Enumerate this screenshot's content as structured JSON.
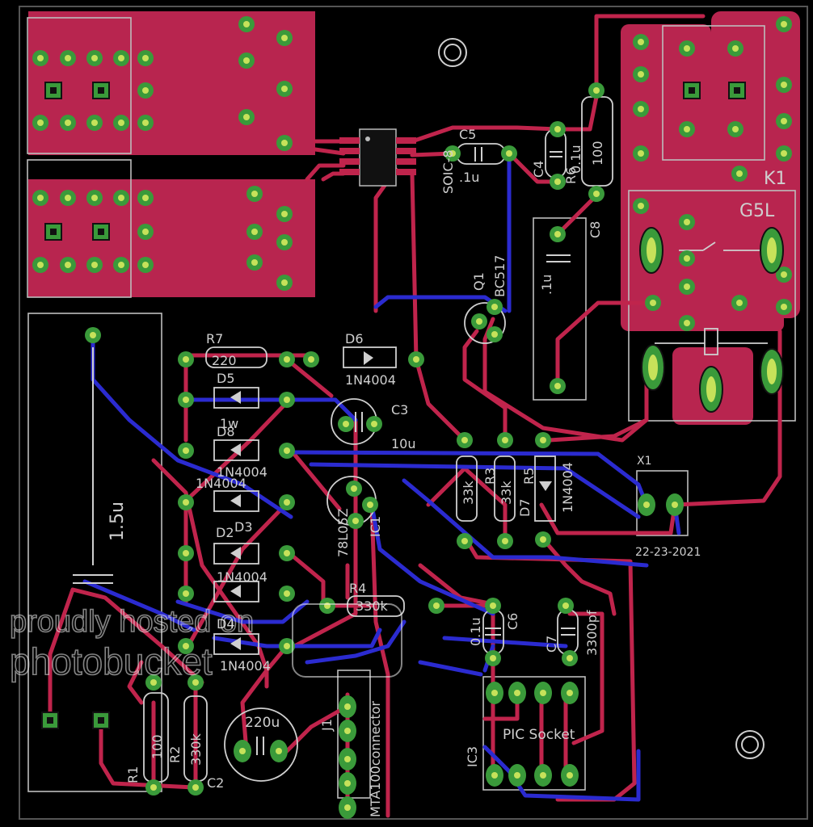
{
  "colors": {
    "background": "#000000",
    "copper_top": "#c0244c",
    "copper_bottom": "#2b2bd0",
    "pad": "#3a9a3a",
    "pad_hole": "#c6e25a",
    "silkscreen": "#cfcfcf"
  },
  "components": {
    "r7": {
      "name": "R7",
      "value": "220"
    },
    "d6": {
      "name": "D6",
      "value": "1N4004"
    },
    "d5": {
      "name": "D5",
      "value": "1w"
    },
    "d8": {
      "name": "D8",
      "value": "1N4004"
    },
    "d1": {
      "label": "1N4004"
    },
    "d2": {
      "name": "D2"
    },
    "d3": {
      "name": "D3"
    },
    "d4": {
      "name": "D4"
    },
    "d2_val": {
      "value": "1N4004"
    },
    "d4_val": {
      "value": "1N4004"
    },
    "c5": {
      "name": "C5",
      "value": ".1u"
    },
    "soic": {
      "label": "SOIC-8"
    },
    "c4": {
      "name": "C4",
      "value": "0.1u"
    },
    "r6": {
      "name": "R6",
      "value": "100"
    },
    "c8": {
      "name": "C8",
      "value": ".1u"
    },
    "q1": {
      "name": "Q1",
      "value": "BC517"
    },
    "c3": {
      "name": "C3",
      "value": "10u"
    },
    "ic1": {
      "name": "IC1",
      "value": "78L05Z"
    },
    "r3": {
      "name": "R3",
      "value": "33k"
    },
    "r_left": {
      "value": "33k"
    },
    "d7": {
      "name": "D7",
      "value": "1N4004"
    },
    "r5": {
      "name": "R5"
    },
    "r4": {
      "name": "R4",
      "value": "330k"
    },
    "c6": {
      "name": "C6",
      "value": "0.1u"
    },
    "c7": {
      "name": "C7",
      "value": "3300pf"
    },
    "x1": {
      "name": "X1",
      "date": "22-23-2021"
    },
    "k1": {
      "name": "K1",
      "value": "G5L"
    },
    "j1": {
      "name": "J1",
      "value": "MTA100connector"
    },
    "ic3": {
      "name": "IC3",
      "value": "PIC Socket"
    },
    "r1": {
      "name": "R1",
      "value": "100"
    },
    "r2": {
      "name": "R2",
      "value": "330k"
    },
    "c2": {
      "name": "C2",
      "value": "220u"
    },
    "c_big": {
      "value": "1.5u"
    }
  },
  "watermark": {
    "line1": "proudly hosted on",
    "line2": "photobucket"
  }
}
